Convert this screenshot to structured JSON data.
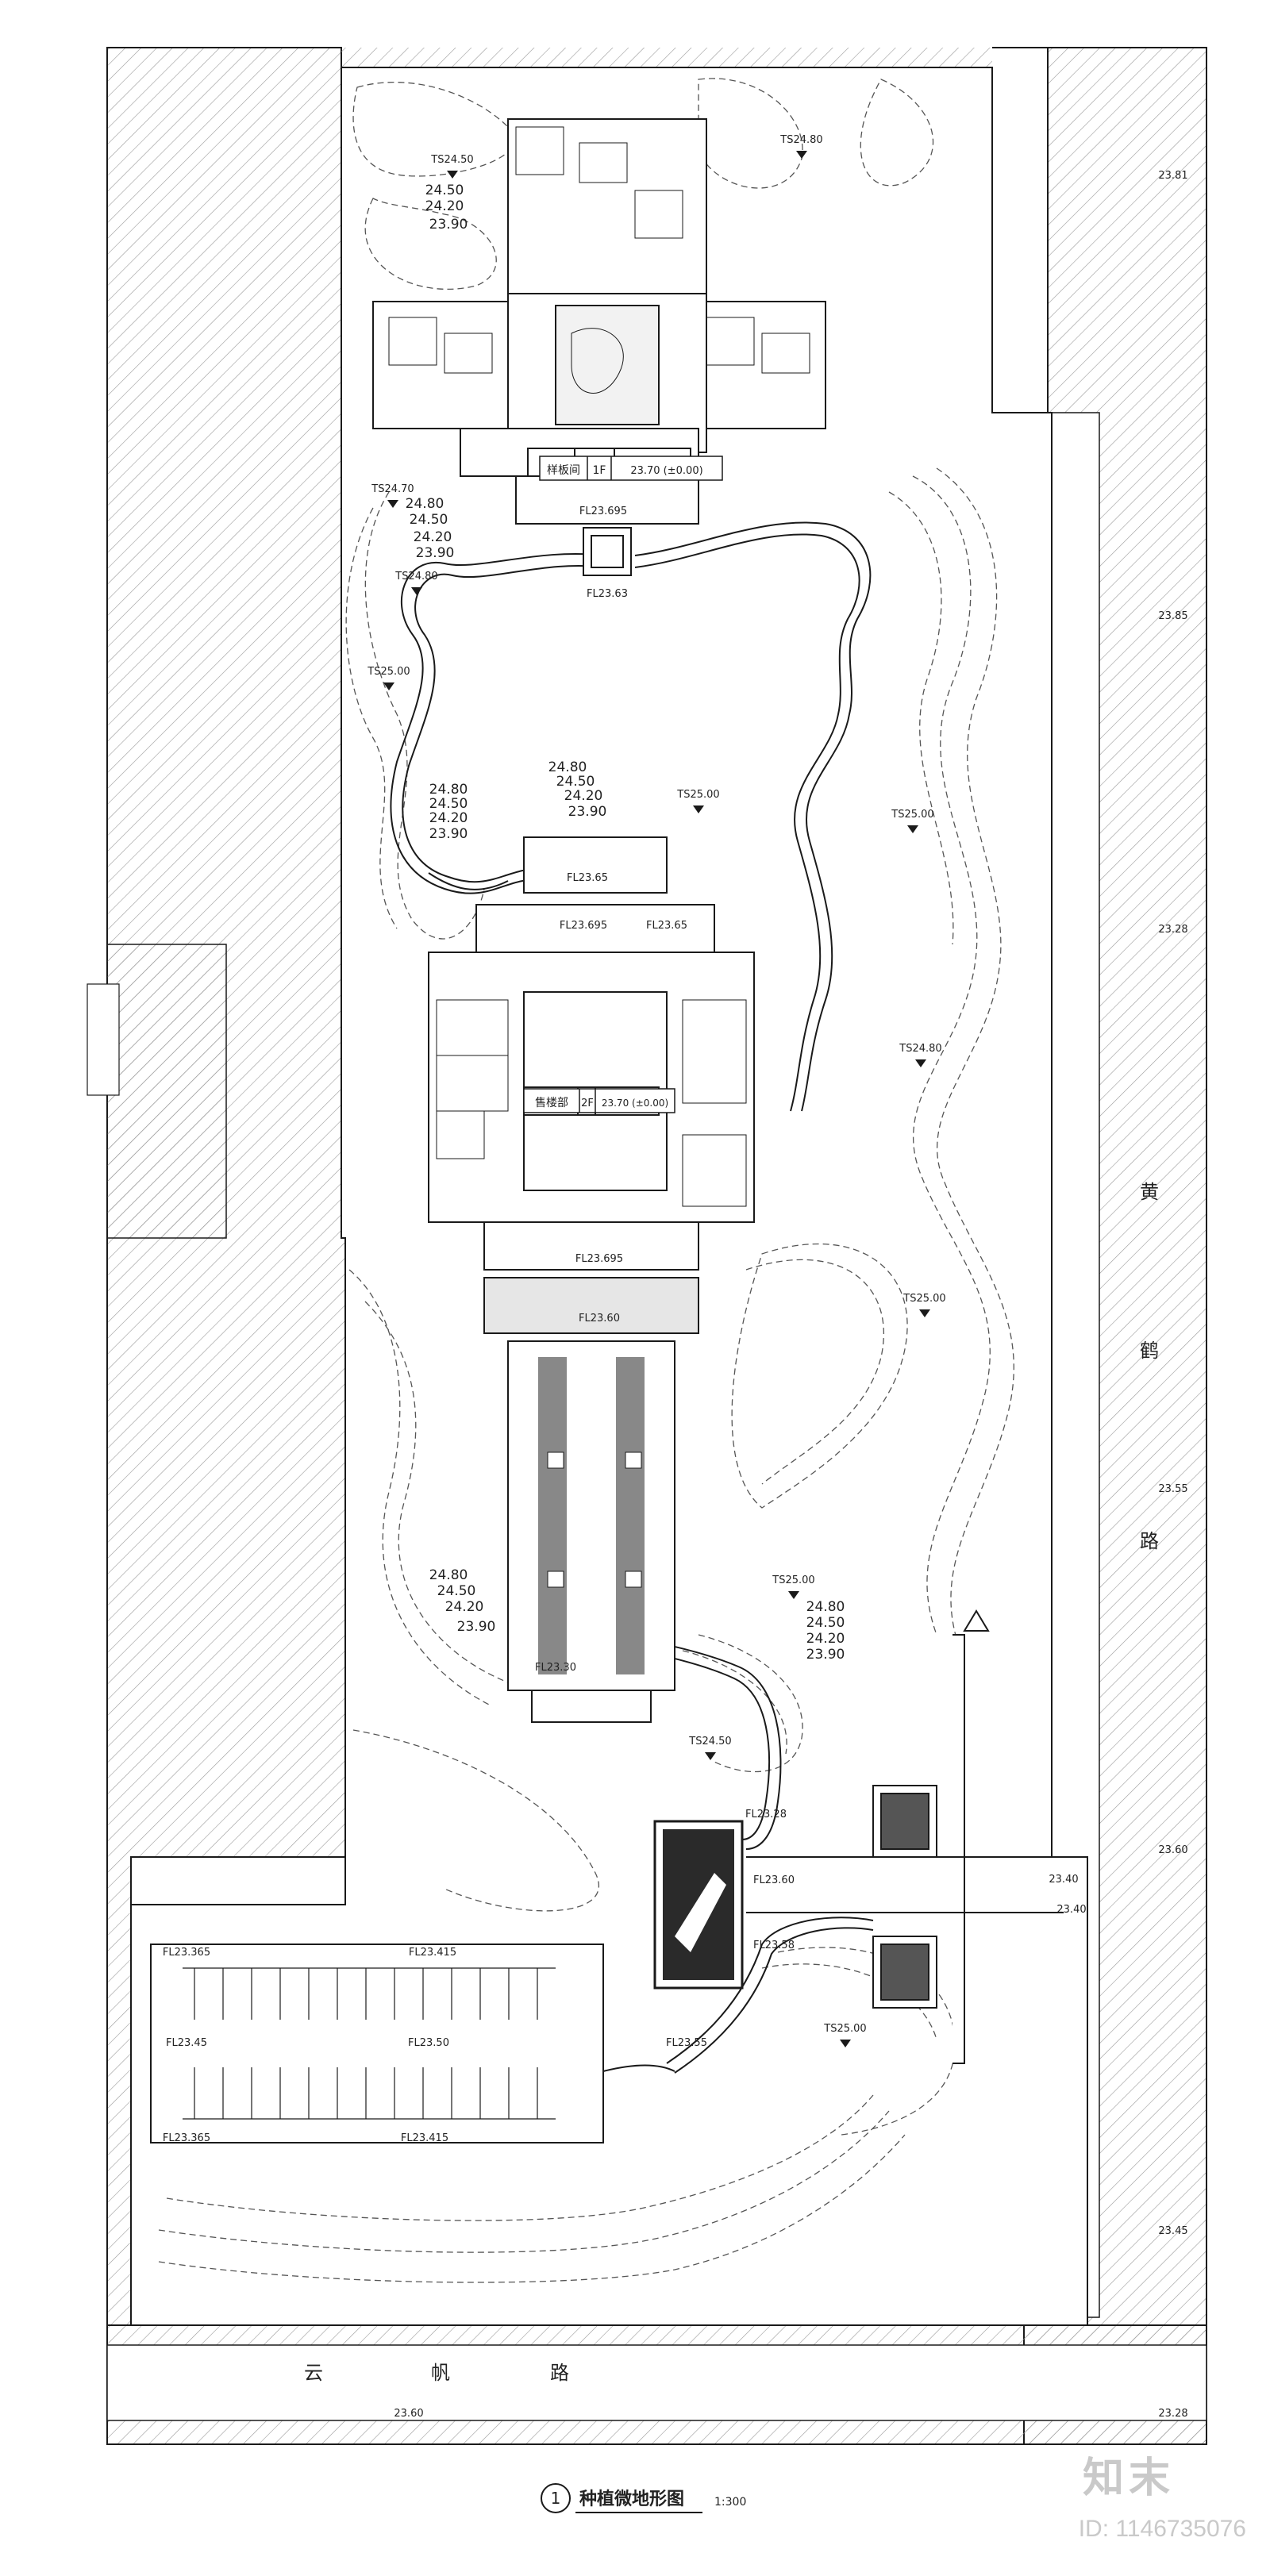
{
  "drawing": {
    "caption_number": "1",
    "caption_title": "种植微地形图",
    "caption_scale": "1:300"
  },
  "roads": {
    "east_road_chars": [
      "黄",
      "鹤",
      "路"
    ],
    "south_road_chars": [
      "云",
      "帆",
      "路"
    ]
  },
  "room_labels": {
    "north_building": "样板间",
    "north_floor": "1F",
    "north_level": "23.70 (±0.00)",
    "center_building": "售楼部",
    "center_floor": "2F",
    "center_level": "23.70 (±0.00)"
  },
  "floor_levels": [
    "FL23.695",
    "FL23.63",
    "FL23.65",
    "FL23.695",
    "FL23.65",
    "FL23.695",
    "FL23.60",
    "FL23.30",
    "FL23.28",
    "FL23.60",
    "FL23.58",
    "FL23.365",
    "FL23.415",
    "FL23.45",
    "FL23.50",
    "FL23.55",
    "FL23.415",
    "FL23.365"
  ],
  "contour_labels": [
    "24.50",
    "24.20",
    "23.90",
    "24.80",
    "24.50",
    "24.20",
    "23.90",
    "24.80",
    "24.50",
    "24.20",
    "23.90",
    "24.80",
    "24.50",
    "24.20",
    "23.90",
    "24.80",
    "24.50",
    "24.20",
    "23.90",
    "24.80",
    "24.50",
    "24.20",
    "23.90"
  ],
  "spot_levels": [
    "TS24.50",
    "TS24.80",
    "TS24.70",
    "TS24.80",
    "TS25.00",
    "TS25.00",
    "TS25.00",
    "TS24.80",
    "TS25.00",
    "TS25.00",
    "TS24.50",
    "TS25.00"
  ],
  "road_levels": [
    "23.81",
    "23.85",
    "23.28",
    "23.55",
    "23.60",
    "23.40",
    "23.45",
    "23.40",
    "23.28",
    "23.60"
  ],
  "watermark": {
    "logo": "知末",
    "id": "ID: 1146735076"
  },
  "colors": {
    "line": "#1a1a1a",
    "hatch": "#9a9a9a",
    "contour": "#555555",
    "background": "#ffffff",
    "watermark": "#c9c9c9"
  }
}
